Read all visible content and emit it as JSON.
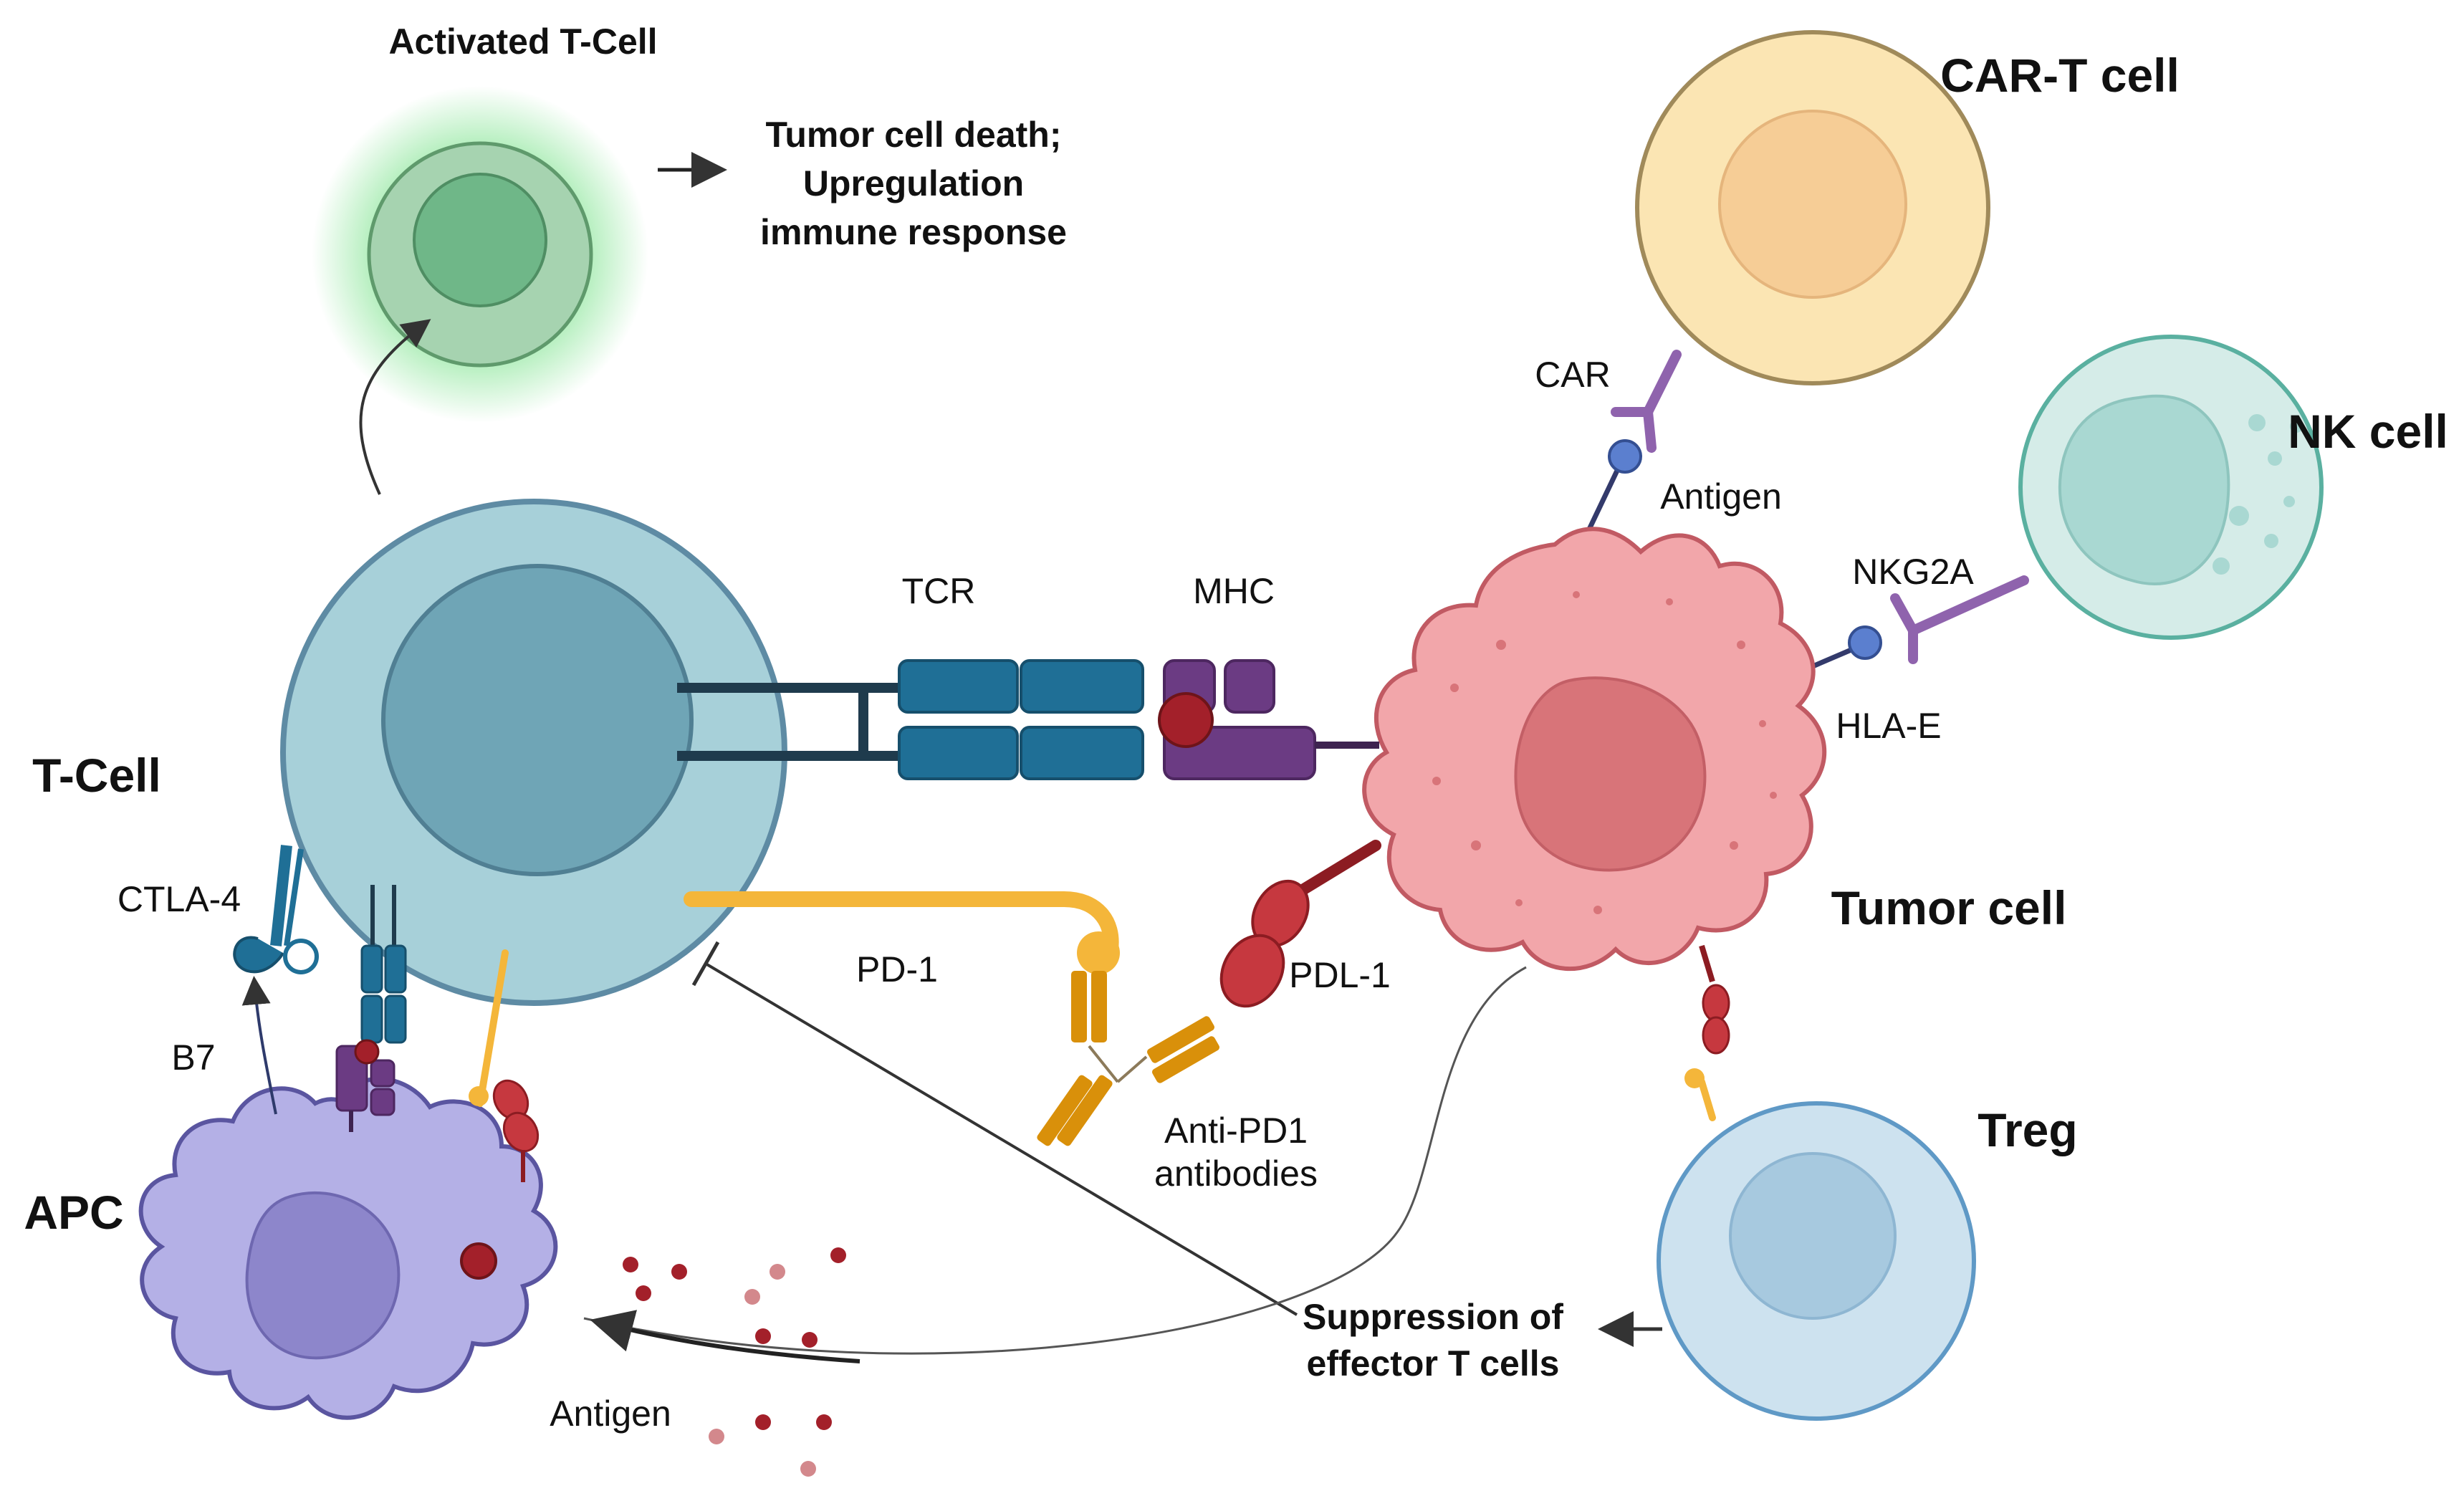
{
  "labels": {
    "activated_t_cell": "Activated T-Cell",
    "outcome_line1": "Tumor cell death;",
    "outcome_line2": "Upregulation",
    "outcome_line3": "immune response",
    "car_t_cell": "CAR-T cell",
    "car": "CAR",
    "antigen_car": "Antigen",
    "nk_cell": "NK cell",
    "nkg2a": "NKG2A",
    "hla_e": "HLA-E",
    "tcr": "TCR",
    "mhc": "MHC",
    "t_cell": "T-Cell",
    "ctla4": "CTLA-4",
    "b7": "B7",
    "apc": "APC",
    "pd1": "PD-1",
    "pdl1": "PDL-1",
    "anti_pd1_line1": "Anti-PD1",
    "anti_pd1_line2": "antibodies",
    "tumor_cell": "Tumor cell",
    "treg": "Treg",
    "suppression_line1": "Suppression of",
    "suppression_line2": "effector T cells",
    "antigen_free": "Antigen"
  },
  "colors": {
    "t_cell_fill": "#a7d0d9",
    "t_cell_nucleus": "#6fa5b6",
    "tcr_blue": "#1f6f96",
    "mhc_purple": "#6b3b83",
    "antigen_red": "#a3202a",
    "tumor_fill": "#f2a6aa",
    "tumor_nucleus": "#d87479",
    "pd1_orange": "#f4b63a",
    "antibody_orange": "#d9900a",
    "pdl1_red": "#c6383f",
    "car_t_fill": "#fbe5b3",
    "nk_fill": "#d5ece8",
    "treg_fill": "#cde2ef",
    "apc_fill": "#b4b0e6",
    "activated_fill": "#a6d3b0"
  }
}
